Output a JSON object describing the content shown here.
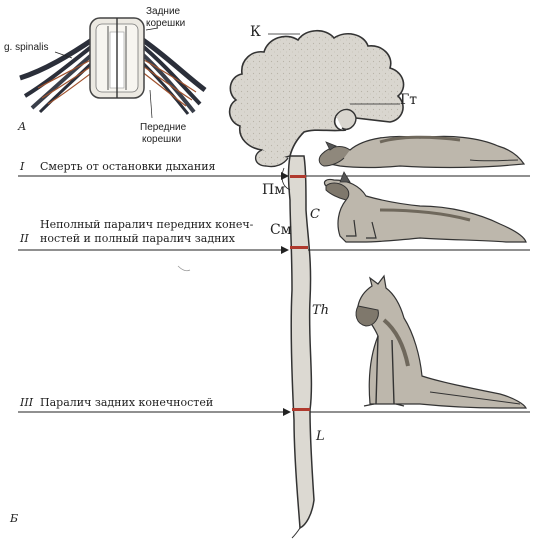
{
  "panel_a": {
    "letter": "А",
    "ganglion_label": "g. spinalis",
    "dorsal_roots_line1": "Задние",
    "dorsal_roots_line2": "корешки",
    "ventral_roots_line1": "Передние",
    "ventral_roots_line2": "корешки"
  },
  "panel_b": {
    "letter": "Б"
  },
  "brain": {
    "cortex_label": "К",
    "hypothalamus_label": "Гт",
    "medulla_label": "Пм",
    "cervical_label": "См",
    "seg_cervical": "C",
    "seg_thoracic": "Th",
    "seg_lumbar": "L"
  },
  "levels": [
    {
      "numeral": "I",
      "text_line1": "Смерть от остановки дыхания",
      "text_line2": ""
    },
    {
      "numeral": "II",
      "text_line1": "Неполный паралич передних конеч-",
      "text_line2": "ностей и полный паралич задних"
    },
    {
      "numeral": "III",
      "text_line1": "Паралич задних конечностей",
      "text_line2": ""
    }
  ],
  "colors": {
    "tissue": "#d9d6cf",
    "outline": "#333333",
    "cut_mark": "#b03a2e",
    "nerve_dark": "#2b2f3a",
    "nerve_red": "#a0522d"
  }
}
